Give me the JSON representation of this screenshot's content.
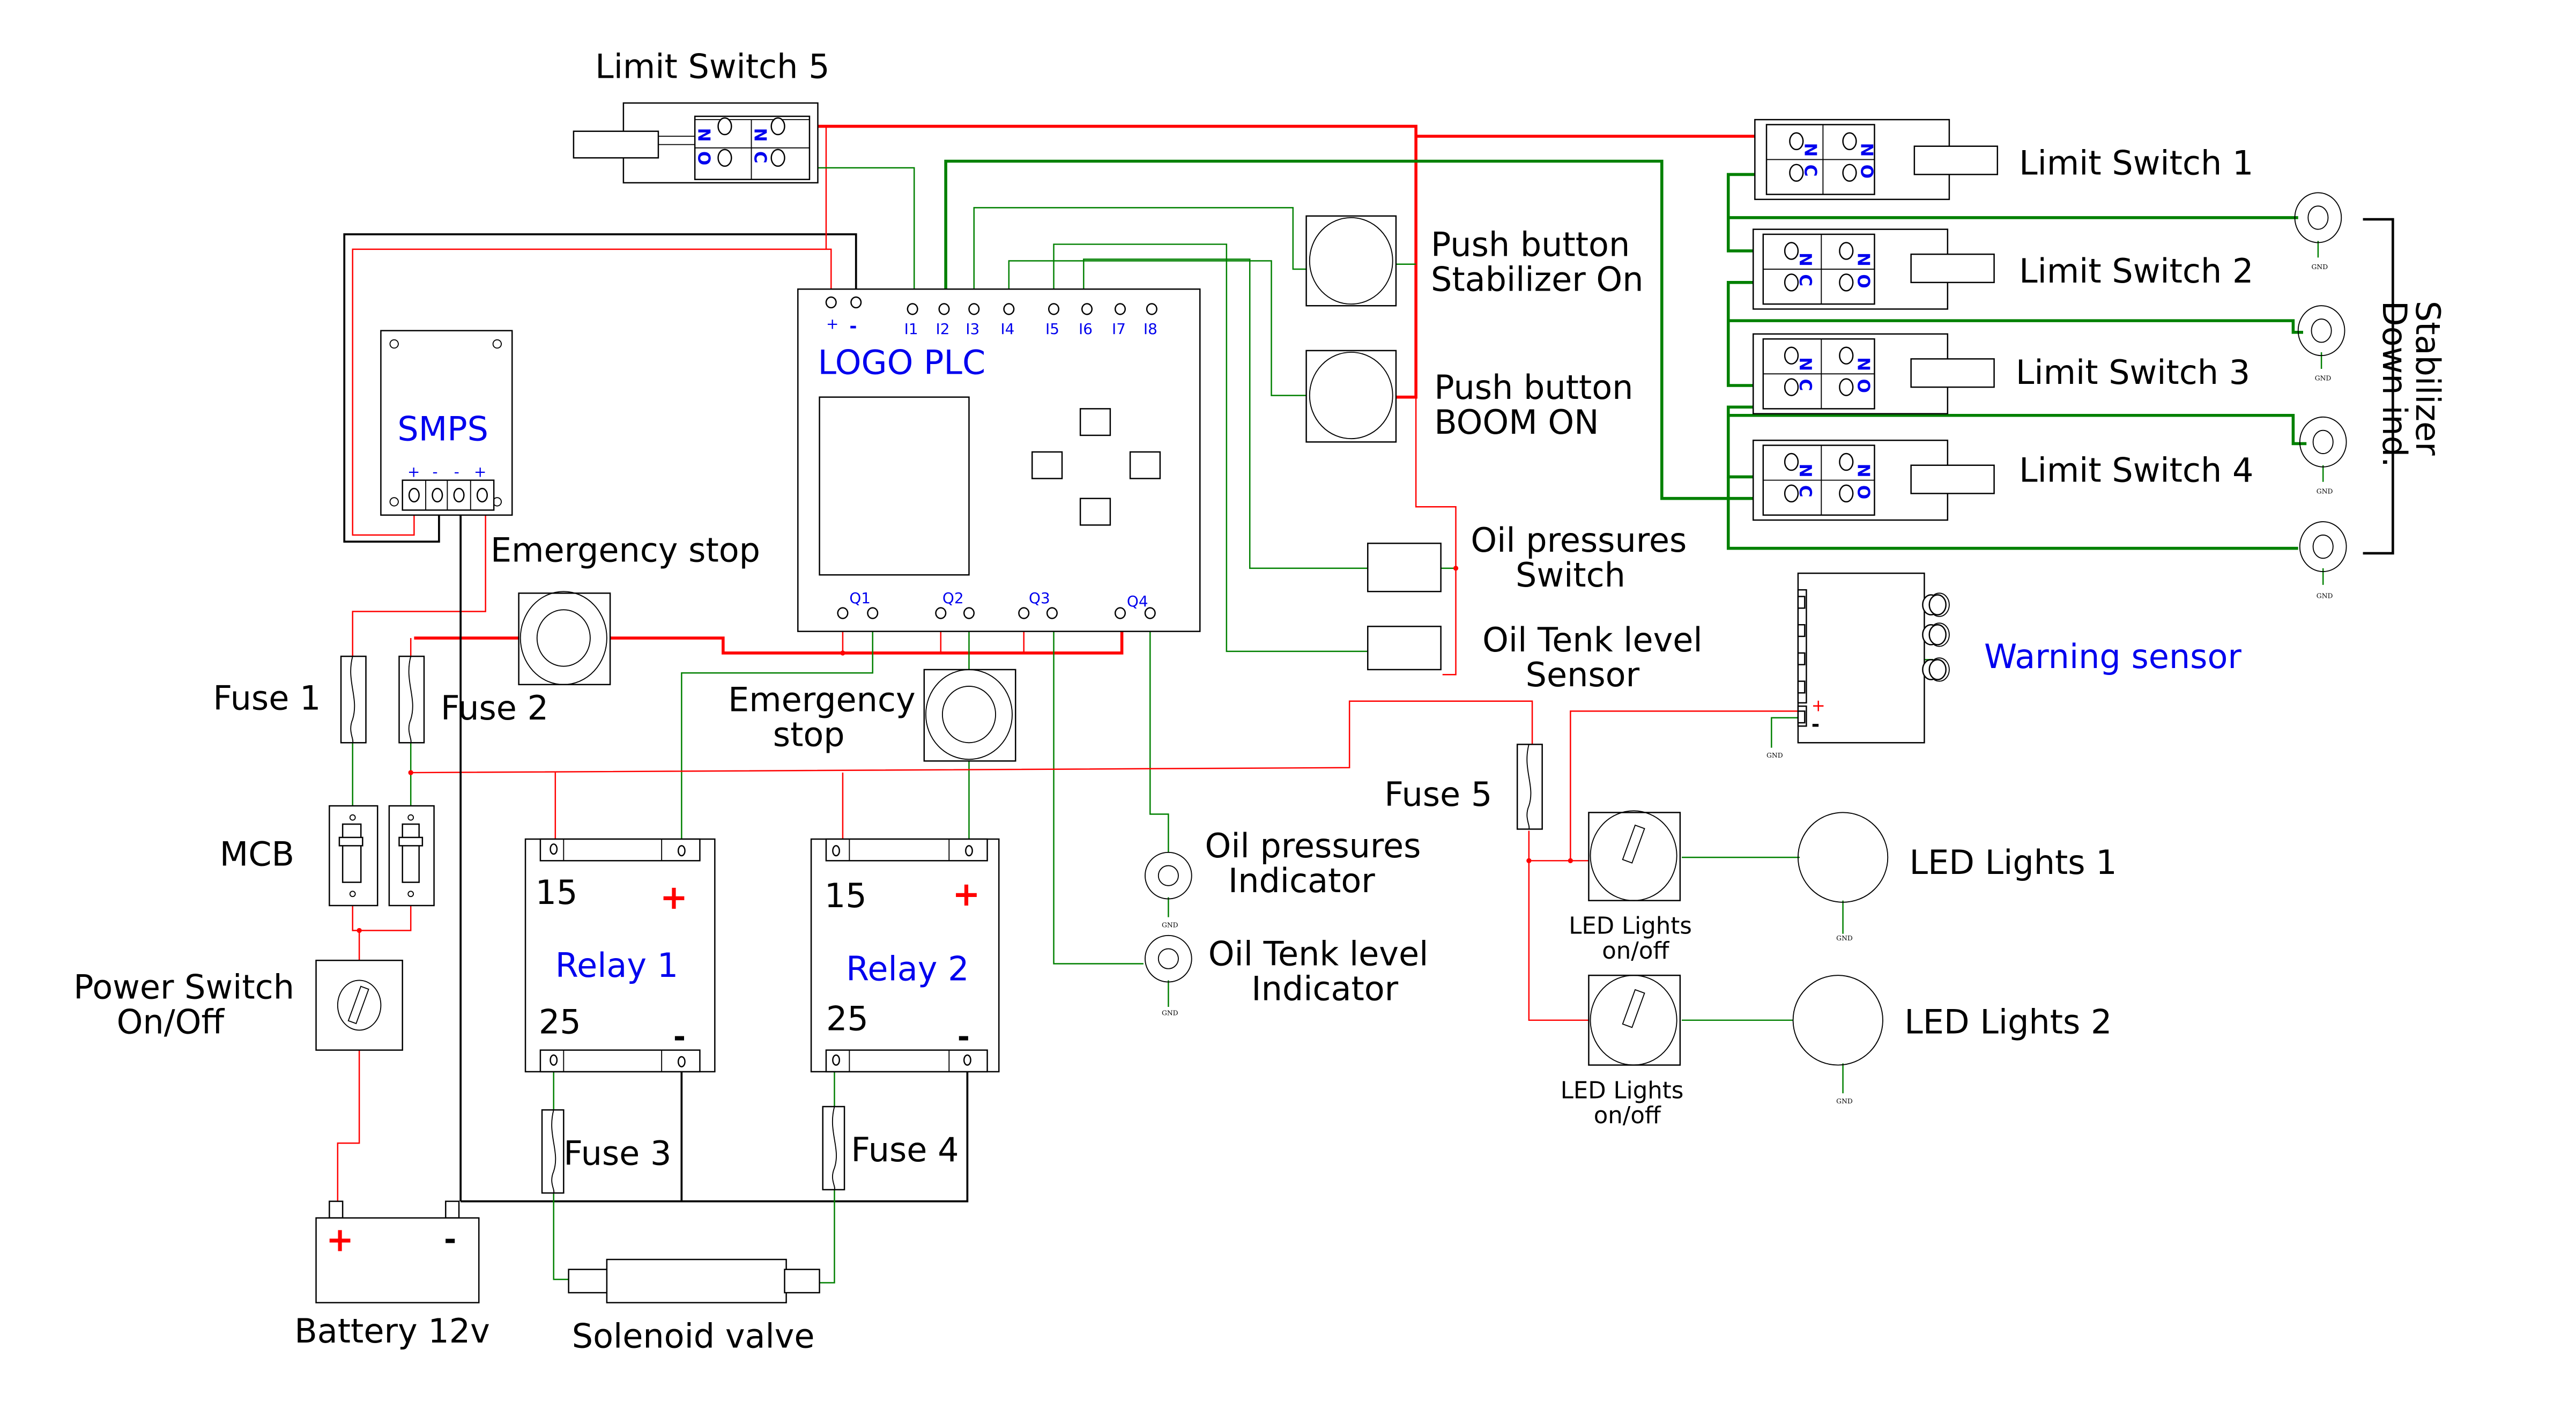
{
  "diagram": {
    "title": "LOGO PLC wiring diagram",
    "colors": {
      "positive_wire": "#ff0000",
      "signal_wire": "#008000",
      "ground_wire": "#000000",
      "component_label": "#0000ee"
    },
    "labels": {
      "limit_switch_5": "Limit Switch 5",
      "limit_switch_1": "Limit Switch 1",
      "limit_switch_2": "Limit Switch 2",
      "limit_switch_3": "Limit Switch 3",
      "limit_switch_4": "Limit Switch 4",
      "stabilizer_down_ind_1": "Stabilizer",
      "stabilizer_down_ind_2": "Down ind.",
      "push_button_stab_1": "Push button",
      "push_button_stab_2": "Stabilizer On",
      "push_button_boom_1": "Push button",
      "push_button_boom_2": "BOOM ON",
      "logo_plc": "LOGO PLC",
      "smps": "SMPS",
      "emergency_stop_1": "Emergency stop",
      "emergency_stop_2a": "Emergency",
      "emergency_stop_2b": "stop",
      "oil_pressure_switch_1": "Oil pressures",
      "oil_pressure_switch_2": "Switch",
      "oil_tank_sensor_1": "Oil Tenk level",
      "oil_tank_sensor_2": "Sensor",
      "warning_sensor": "Warning sensor",
      "fuse_1": "Fuse 1",
      "fuse_2": "Fuse 2",
      "fuse_3": "Fuse 3",
      "fuse_4": "Fuse 4",
      "fuse_5": "Fuse 5",
      "mcb": "MCB",
      "power_switch_1": "Power Switch",
      "power_switch_2": "On/Off",
      "relay_1": "Relay 1",
      "relay_2": "Relay 2",
      "oil_pressure_indicator_1": "Oil pressures",
      "oil_pressure_indicator_2": "Indicator",
      "oil_tank_indicator_1": "Oil Tenk level",
      "oil_tank_indicator_2": "Indicator",
      "led_lights_1": "LED Lights 1",
      "led_lights_2": "LED Lights 2",
      "led_switch_1a": "LED Lights",
      "led_switch_1b": "on/off",
      "led_switch_2a": "LED Lights",
      "led_switch_2b": "on/off",
      "battery": "Battery 12v",
      "solenoid": "Solenoid valve"
    },
    "plc": {
      "power_terminals": [
        "+",
        "-"
      ],
      "inputs": [
        "I1",
        "I2",
        "I3",
        "I4",
        "I5",
        "I6",
        "I7",
        "I8"
      ],
      "outputs": [
        "Q1",
        "Q2",
        "Q3",
        "Q4"
      ]
    },
    "smps_terminals": [
      "+",
      "-",
      "-",
      "+"
    ],
    "limit_switch_contacts": {
      "n": "N",
      "o": "O",
      "c": "C"
    },
    "relay_terminals": {
      "t15": "15",
      "t25": "25",
      "plus": "+",
      "minus": "-"
    },
    "battery_terminals": {
      "plus": "+",
      "minus": "-"
    },
    "warning_sensor_terminals": {
      "plus": "+",
      "minus": "-"
    },
    "gnd": "GND"
  }
}
